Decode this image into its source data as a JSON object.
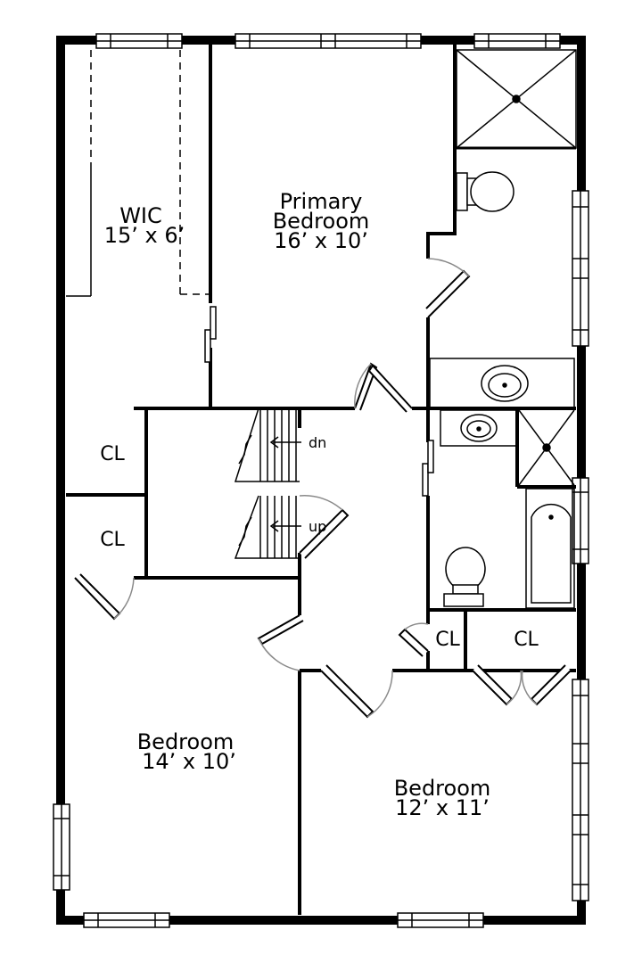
{
  "colors": {
    "wall": "#000000",
    "door_swing": "#8a8a8a",
    "background": "#ffffff"
  },
  "rooms": {
    "wic": {
      "name": "WIC",
      "size": "15’ x 6’"
    },
    "primary_bedroom": {
      "name_line1": "Primary",
      "name_line2": "Bedroom",
      "size": "16’ x 10’"
    },
    "bedroom_left": {
      "name": "Bedroom",
      "size": "14’ x 10’"
    },
    "bedroom_right": {
      "name": "Bedroom",
      "size": "12’ x 11’"
    }
  },
  "closets": {
    "upper": "CL",
    "lower": "CL",
    "hall": "CL",
    "right": "CL"
  },
  "stairs": {
    "down": "dn",
    "up": "up"
  }
}
